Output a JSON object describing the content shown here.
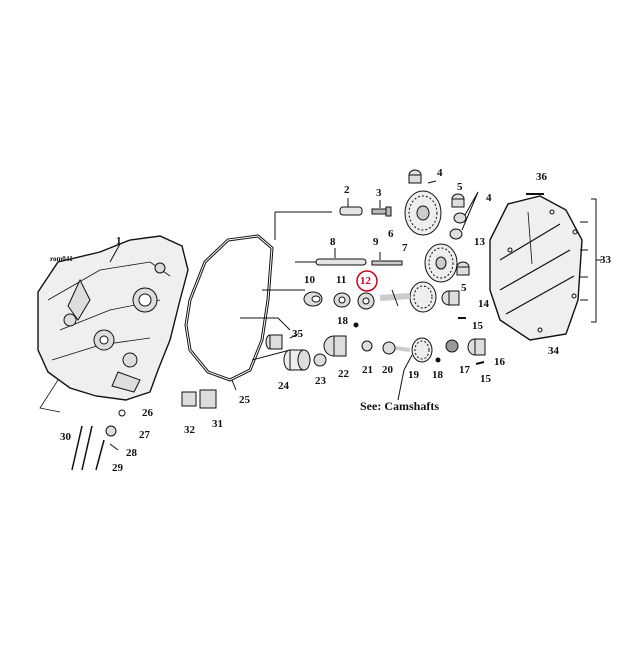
{
  "figure": {
    "code": "rom041",
    "caption": "See: Camshafts",
    "highlight_color": "#d0021b",
    "highlighted_part": "12"
  },
  "labels": {
    "l1": "1",
    "l2": "2",
    "l3": "3",
    "l4": "4",
    "l4b": "4",
    "l5": "5",
    "l5b": "5",
    "l6": "6",
    "l7": "7",
    "l8": "8",
    "l9": "9",
    "l10": "10",
    "l11": "11",
    "l12": "12",
    "l13": "13",
    "l13b": "13",
    "l14": "14",
    "l15": "15",
    "l15b": "15",
    "l16": "16",
    "l17": "17",
    "l18": "18",
    "l18b": "18",
    "l19": "19",
    "l20": "20",
    "l21": "21",
    "l22": "22",
    "l23": "23",
    "l24": "24",
    "l25": "25",
    "l26": "26",
    "l27": "27",
    "l28": "28",
    "l29": "29",
    "l30": "30",
    "l31": "31",
    "l32": "32",
    "l33": "33",
    "l34": "34",
    "l35": "35",
    "l36": "36"
  }
}
